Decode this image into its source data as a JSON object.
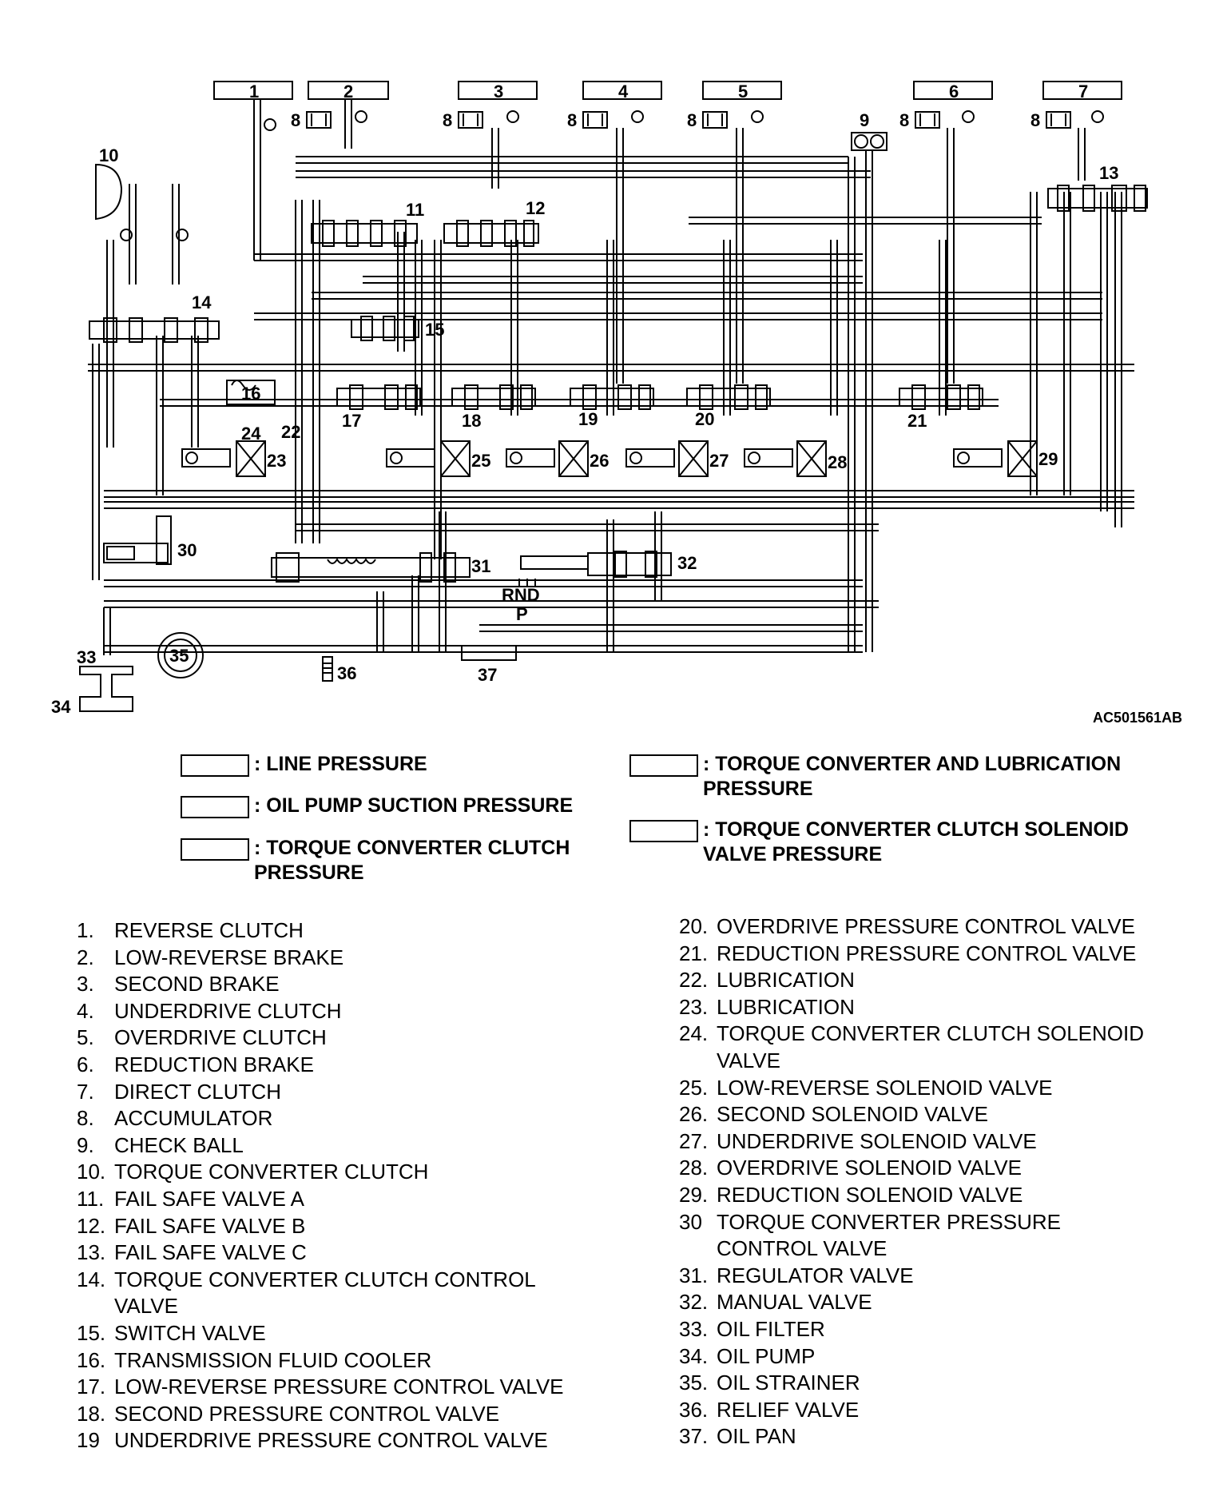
{
  "diagram": {
    "top_boxes": [
      {
        "id": "1",
        "label": "1"
      },
      {
        "id": "2",
        "label": "2"
      },
      {
        "id": "3",
        "label": "3"
      },
      {
        "id": "4",
        "label": "4"
      },
      {
        "id": "5",
        "label": "5"
      },
      {
        "id": "6",
        "label": "6"
      },
      {
        "id": "7",
        "label": "7"
      }
    ],
    "callouts": {
      "c8": "8",
      "c9": "9",
      "c10": "10",
      "c11": "11",
      "c12": "12",
      "c13": "13",
      "c14": "14",
      "c15": "15",
      "c16": "16",
      "c17": "17",
      "c18": "18",
      "c19": "19",
      "c20": "20",
      "c21": "21",
      "c22": "22",
      "c23": "23",
      "c24": "24",
      "c25": "25",
      "c26": "26",
      "c27": "27",
      "c28": "28",
      "c29": "29",
      "c30": "30",
      "c31": "31",
      "c32": "32",
      "c33": "33",
      "c34": "34",
      "c35": "35",
      "c36": "36",
      "c37": "37"
    },
    "manual_positions": {
      "line1": "RND",
      "line2": "P"
    },
    "ref_code": "AC501561AB"
  },
  "legend": [
    {
      "label": ": LINE PRESSURE"
    },
    {
      "label": ": OIL PUMP SUCTION PRESSURE"
    },
    {
      "label": ": TORQUE CONVERTER CLUTCH\n  PRESSURE"
    },
    {
      "label": ": TORQUE CONVERTER AND LUBRICATION\n  PRESSURE"
    },
    {
      "label": ": TORQUE CONVERTER CLUTCH SOLENOID\n  VALVE PRESSURE"
    }
  ],
  "parts_left": [
    {
      "num": "1.",
      "name": "REVERSE CLUTCH"
    },
    {
      "num": "2.",
      "name": "LOW-REVERSE BRAKE"
    },
    {
      "num": "3.",
      "name": "SECOND BRAKE"
    },
    {
      "num": "4.",
      "name": "UNDERDRIVE CLUTCH"
    },
    {
      "num": "5.",
      "name": "OVERDRIVE CLUTCH"
    },
    {
      "num": "6.",
      "name": "REDUCTION BRAKE"
    },
    {
      "num": "7.",
      "name": "DIRECT CLUTCH"
    },
    {
      "num": "8.",
      "name": "ACCUMULATOR"
    },
    {
      "num": "9.",
      "name": "CHECK BALL"
    },
    {
      "num": "10.",
      "name": "TORQUE CONVERTER CLUTCH"
    },
    {
      "num": "11.",
      "name": "FAIL SAFE VALVE A"
    },
    {
      "num": "12.",
      "name": "FAIL SAFE VALVE B"
    },
    {
      "num": "13.",
      "name": "FAIL SAFE VALVE C"
    },
    {
      "num": "14.",
      "name": "TORQUE CONVERTER CLUTCH CONTROL\nVALVE"
    },
    {
      "num": "15.",
      "name": "SWITCH VALVE"
    },
    {
      "num": "16.",
      "name": "TRANSMISSION FLUID COOLER"
    },
    {
      "num": "17.",
      "name": "LOW-REVERSE PRESSURE CONTROL VALVE"
    },
    {
      "num": "18.",
      "name": "SECOND PRESSURE CONTROL VALVE"
    },
    {
      "num": "19",
      "name": "UNDERDRIVE PRESSURE CONTROL VALVE"
    }
  ],
  "parts_right": [
    {
      "num": "20.",
      "name": "OVERDRIVE PRESSURE CONTROL VALVE"
    },
    {
      "num": "21.",
      "name": "REDUCTION PRESSURE CONTROL VALVE"
    },
    {
      "num": "22.",
      "name": "LUBRICATION"
    },
    {
      "num": "23.",
      "name": "LUBRICATION"
    },
    {
      "num": "24.",
      "name": "TORQUE CONVERTER CLUTCH SOLENOID\nVALVE"
    },
    {
      "num": "25.",
      "name": "LOW-REVERSE SOLENOID VALVE"
    },
    {
      "num": "26.",
      "name": "SECOND SOLENOID VALVE"
    },
    {
      "num": "27.",
      "name": "UNDERDRIVE SOLENOID VALVE"
    },
    {
      "num": "28.",
      "name": "OVERDRIVE SOLENOID VALVE"
    },
    {
      "num": "29.",
      "name": "REDUCTION SOLENOID VALVE"
    },
    {
      "num": "30",
      "name": "TORQUE CONVERTER PRESSURE\nCONTROL VALVE"
    },
    {
      "num": "31.",
      "name": "REGULATOR VALVE"
    },
    {
      "num": "32.",
      "name": "MANUAL VALVE"
    },
    {
      "num": "33.",
      "name": "OIL FILTER"
    },
    {
      "num": "34.",
      "name": "OIL PUMP"
    },
    {
      "num": "35.",
      "name": "OIL STRAINER"
    },
    {
      "num": "36.",
      "name": "RELIEF VALVE"
    },
    {
      "num": "37.",
      "name": "OIL PAN"
    }
  ]
}
